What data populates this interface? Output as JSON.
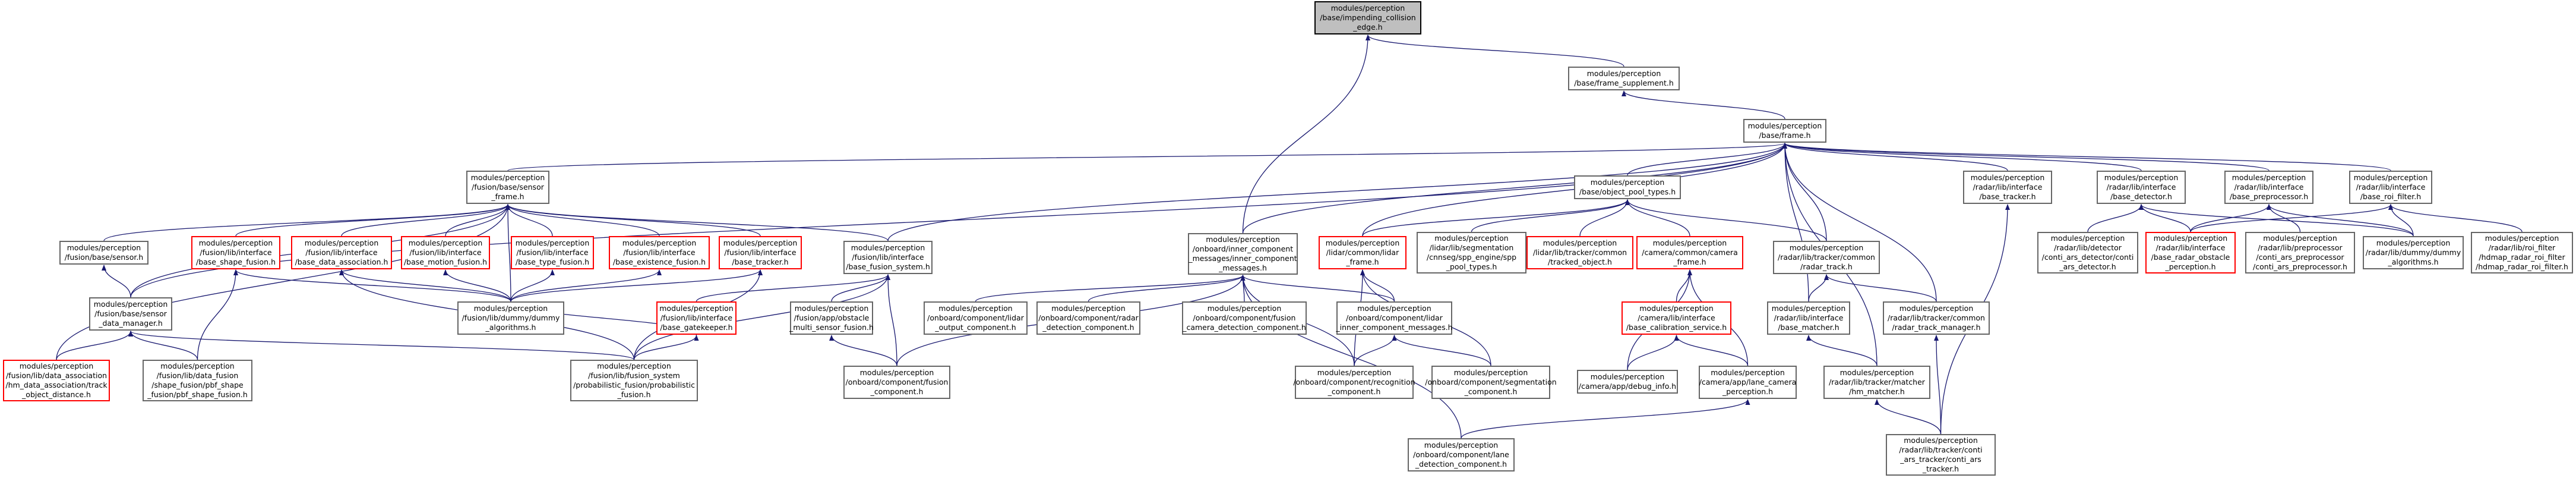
{
  "diagram": {
    "colors": {
      "edge": "#191970",
      "node_border": "#666666",
      "missing_border": "#ff0000",
      "root_fill": "#bfbfbf"
    },
    "nodes": [
      {
        "id": "impending",
        "text": "modules/perception\n/base/impending_collision\n_edge.h",
        "root": true
      },
      {
        "id": "frame_supp",
        "text": "modules/perception\n/base/frame_supplement.h"
      },
      {
        "id": "frame",
        "text": "modules/perception\n/base/frame.h"
      },
      {
        "id": "sensor_frame",
        "text": "modules/perception\n/fusion/base/sensor\n_frame.h"
      },
      {
        "id": "obj_pool",
        "text": "modules/perception\n/base/object_pool_types.h"
      },
      {
        "id": "radar_base_tracker",
        "text": "modules/perception\n/radar/lib/interface\n/base_tracker.h"
      },
      {
        "id": "radar_base_detector",
        "text": "modules/perception\n/radar/lib/interface\n/base_detector.h"
      },
      {
        "id": "radar_base_pre",
        "text": "modules/perception\n/radar/lib/interface\n/base_preprocessor.h"
      },
      {
        "id": "radar_base_roi",
        "text": "modules/perception\n/radar/lib/interface\n/base_roi_filter.h"
      },
      {
        "id": "fusion_sensor",
        "text": "modules/perception\n/fusion/base/sensor.h"
      },
      {
        "id": "base_shape",
        "text": "modules/perception\n/fusion/lib/interface\n/base_shape_fusion.h",
        "red": true
      },
      {
        "id": "base_data_assoc",
        "text": "modules/perception\n/fusion/lib/interface\n/base_data_association.h",
        "red": true
      },
      {
        "id": "base_motion",
        "text": "modules/perception\n/fusion/lib/interface\n/base_motion_fusion.h",
        "red": true
      },
      {
        "id": "base_type",
        "text": "modules/perception\n/fusion/lib/interface\n/base_type_fusion.h",
        "red": true
      },
      {
        "id": "base_exist",
        "text": "modules/perception\n/fusion/lib/interface\n/base_existence_fusion.h",
        "red": true
      },
      {
        "id": "base_fusion_tracker",
        "text": "modules/perception\n/fusion/lib/interface\n/base_tracker.h",
        "red": true
      },
      {
        "id": "base_fusion_system",
        "text": "modules/perception\n/fusion/lib/interface\n/base_fusion_system.h"
      },
      {
        "id": "inner_msgs",
        "text": "modules/perception\n/onboard/inner_component\n_messages/inner_component\n_messages.h"
      },
      {
        "id": "lidar_frame",
        "text": "modules/perception\n/lidar/common/lidar\n_frame.h",
        "red": true
      },
      {
        "id": "seg_pool",
        "text": "modules/perception\n/lidar/lib/segmentation\n/cnnseg/spp_engine/spp\n_pool_types.h"
      },
      {
        "id": "tracked_obj",
        "text": "modules/perception\n/lidar/lib/tracker/common\n/tracked_object.h",
        "red": true
      },
      {
        "id": "camera_frame",
        "text": "modules/perception\n/camera/common/camera\n_frame.h",
        "red": true
      },
      {
        "id": "radar_track",
        "text": "modules/perception\n/radar/lib/tracker/common\n/radar_track.h"
      },
      {
        "id": "conti_detector",
        "text": "modules/perception\n/radar/lib/detector\n/conti_ars_detector/conti\n_ars_detector.h"
      },
      {
        "id": "base_radar_obstacle",
        "text": "modules/perception\n/radar/lib/interface\n/base_radar_obstacle\n_perception.h",
        "red": true
      },
      {
        "id": "conti_pre",
        "text": "modules/perception\n/radar/lib/preprocessor\n/conti_ars_preprocessor\n/conti_ars_preprocessor.h"
      },
      {
        "id": "dummy_alg_radar",
        "text": "modules/perception\n/radar/lib/dummy/dummy\n_algorithms.h"
      },
      {
        "id": "hdmap_roi",
        "text": "modules/perception\n/radar/lib/roi_filter\n/hdmap_radar_roi_filter\n/hdmap_radar_roi_filter.h"
      },
      {
        "id": "sensor_data_mgr",
        "text": "modules/perception\n/fusion/base/sensor\n_data_manager.h"
      },
      {
        "id": "dummy_alg_fusion",
        "text": "modules/perception\n/fusion/lib/dummy/dummy\n_algorithms.h"
      },
      {
        "id": "base_gatekeeper",
        "text": "modules/perception\n/fusion/lib/interface\n/base_gatekeeper.h",
        "red": true
      },
      {
        "id": "obstacle_multi",
        "text": "modules/perception\n/fusion/app/obstacle\n_multi_sensor_fusion.h"
      },
      {
        "id": "lidar_output",
        "text": "modules/perception\n/onboard/component/lidar\n_output_component.h"
      },
      {
        "id": "radar_detection",
        "text": "modules/perception\n/onboard/component/radar\n_detection_component.h"
      },
      {
        "id": "fusion_camera",
        "text": "modules/perception\n/onboard/component/fusion\n_camera_detection_component.h"
      },
      {
        "id": "lidar_inner",
        "text": "modules/perception\n/onboard/component/lidar\n_inner_component_messages.h"
      },
      {
        "id": "calib_service",
        "text": "modules/perception\n/camera/lib/interface\n/base_calibration_service.h",
        "red": true
      },
      {
        "id": "base_matcher",
        "text": "modules/perception\n/radar/lib/interface\n/base_matcher.h"
      },
      {
        "id": "radar_track_mgr",
        "text": "modules/perception\n/radar/lib/tracker/common\n/radar_track_manager.h"
      },
      {
        "id": "fusion_track_object_distance",
        "text": "modules/perception\n/fusion/lib/data_association\n/hm_data_association/track\n_object_distance.h",
        "red": true
      },
      {
        "id": "pbf_shape",
        "text": "modules/perception\n/fusion/lib/data_fusion\n/shape_fusion/pbf_shape\n_fusion/pbf_shape_fusion.h"
      },
      {
        "id": "probabilistic",
        "text": "modules/perception\n/fusion/lib/fusion_system\n/probabilistic_fusion/probabilistic\n_fusion.h"
      },
      {
        "id": "fusion_component",
        "text": "modules/perception\n/onboard/component/fusion\n_component.h"
      },
      {
        "id": "recognition",
        "text": "modules/perception\n/onboard/component/recognition\n_component.h"
      },
      {
        "id": "segmentation",
        "text": "modules/perception\n/onboard/component/segmentation\n_component.h"
      },
      {
        "id": "debug_info",
        "text": "modules/perception\n/camera/app/debug_info.h"
      },
      {
        "id": "lane_camera",
        "text": "modules/perception\n/camera/app/lane_camera\n_perception.h"
      },
      {
        "id": "hm_matcher",
        "text": "modules/perception\n/radar/lib/tracker/matcher\n/hm_matcher.h"
      },
      {
        "id": "lane_detection",
        "text": "modules/perception\n/onboard/component/lane\n_detection_component.h"
      },
      {
        "id": "conti_tracker",
        "text": "modules/perception\n/radar/lib/tracker/conti\n_ars_tracker/conti_ars\n_tracker.h"
      }
    ],
    "edges": [
      [
        "frame_supp",
        "impending"
      ],
      [
        "inner_msgs",
        "impending"
      ],
      [
        "frame",
        "frame_supp"
      ],
      [
        "sensor_frame",
        "frame"
      ],
      [
        "obj_pool",
        "frame"
      ],
      [
        "radar_base_tracker",
        "frame"
      ],
      [
        "radar_base_detector",
        "frame"
      ],
      [
        "radar_base_pre",
        "frame"
      ],
      [
        "radar_base_roi",
        "frame"
      ],
      [
        "sensor_data_mgr",
        "frame"
      ],
      [
        "base_fusion_system",
        "frame"
      ],
      [
        "inner_msgs",
        "frame"
      ],
      [
        "lidar_frame",
        "frame"
      ],
      [
        "radar_track",
        "frame"
      ],
      [
        "base_matcher",
        "frame"
      ],
      [
        "radar_track_mgr",
        "frame"
      ],
      [
        "hm_matcher",
        "frame"
      ],
      [
        "fusion_sensor",
        "sensor_frame"
      ],
      [
        "base_shape",
        "sensor_frame"
      ],
      [
        "base_data_assoc",
        "sensor_frame"
      ],
      [
        "base_motion",
        "sensor_frame"
      ],
      [
        "base_type",
        "sensor_frame"
      ],
      [
        "base_exist",
        "sensor_frame"
      ],
      [
        "base_fusion_tracker",
        "sensor_frame"
      ],
      [
        "base_fusion_system",
        "sensor_frame"
      ],
      [
        "sensor_data_mgr",
        "sensor_frame"
      ],
      [
        "dummy_alg_fusion",
        "sensor_frame"
      ],
      [
        "fusion_track_object_distance",
        "sensor_frame"
      ],
      [
        "lidar_frame",
        "obj_pool"
      ],
      [
        "seg_pool",
        "obj_pool"
      ],
      [
        "tracked_obj",
        "obj_pool"
      ],
      [
        "camera_frame",
        "obj_pool"
      ],
      [
        "radar_track",
        "obj_pool"
      ],
      [
        "conti_tracker",
        "radar_base_tracker"
      ],
      [
        "conti_detector",
        "radar_base_detector"
      ],
      [
        "base_radar_obstacle",
        "radar_base_detector"
      ],
      [
        "dummy_alg_radar",
        "radar_base_detector"
      ],
      [
        "conti_pre",
        "radar_base_pre"
      ],
      [
        "base_radar_obstacle",
        "radar_base_pre"
      ],
      [
        "dummy_alg_radar",
        "radar_base_pre"
      ],
      [
        "hdmap_roi",
        "radar_base_roi"
      ],
      [
        "base_radar_obstacle",
        "radar_base_roi"
      ],
      [
        "dummy_alg_radar",
        "radar_base_roi"
      ],
      [
        "sensor_data_mgr",
        "fusion_sensor"
      ],
      [
        "dummy_alg_fusion",
        "base_shape"
      ],
      [
        "pbf_shape",
        "base_shape"
      ],
      [
        "dummy_alg_fusion",
        "base_data_assoc"
      ],
      [
        "probabilistic",
        "base_data_assoc"
      ],
      [
        "dummy_alg_fusion",
        "base_motion"
      ],
      [
        "dummy_alg_fusion",
        "base_type"
      ],
      [
        "dummy_alg_fusion",
        "base_exist"
      ],
      [
        "dummy_alg_fusion",
        "base_fusion_tracker"
      ],
      [
        "probabilistic",
        "base_fusion_tracker"
      ],
      [
        "base_gatekeeper",
        "base_fusion_system"
      ],
      [
        "obstacle_multi",
        "base_fusion_system"
      ],
      [
        "fusion_component",
        "base_fusion_system"
      ],
      [
        "probabilistic",
        "base_fusion_system"
      ],
      [
        "lidar_output",
        "inner_msgs"
      ],
      [
        "radar_detection",
        "inner_msgs"
      ],
      [
        "fusion_camera",
        "inner_msgs"
      ],
      [
        "lidar_inner",
        "inner_msgs"
      ],
      [
        "fusion_component",
        "inner_msgs"
      ],
      [
        "recognition",
        "inner_msgs"
      ],
      [
        "lane_detection",
        "inner_msgs"
      ],
      [
        "lidar_inner",
        "lidar_frame"
      ],
      [
        "recognition",
        "lidar_frame"
      ],
      [
        "segmentation",
        "lidar_frame"
      ],
      [
        "calib_service",
        "camera_frame"
      ],
      [
        "debug_info",
        "camera_frame"
      ],
      [
        "lane_camera",
        "camera_frame"
      ],
      [
        "base_matcher",
        "radar_track"
      ],
      [
        "radar_track_mgr",
        "radar_track"
      ],
      [
        "fusion_track_object_distance",
        "sensor_data_mgr"
      ],
      [
        "pbf_shape",
        "sensor_data_mgr"
      ],
      [
        "probabilistic",
        "sensor_data_mgr"
      ],
      [
        "dummy_alg_fusion",
        "base_gatekeeper"
      ],
      [
        "probabilistic",
        "base_gatekeeper"
      ],
      [
        "fusion_component",
        "obstacle_multi"
      ],
      [
        "recognition",
        "lidar_inner"
      ],
      [
        "segmentation",
        "lidar_inner"
      ],
      [
        "debug_info",
        "calib_service"
      ],
      [
        "lane_camera",
        "calib_service"
      ],
      [
        "hm_matcher",
        "base_matcher"
      ],
      [
        "conti_tracker",
        "radar_track_mgr"
      ],
      [
        "lane_detection",
        "lane_camera"
      ],
      [
        "conti_tracker",
        "hm_matcher"
      ]
    ]
  }
}
